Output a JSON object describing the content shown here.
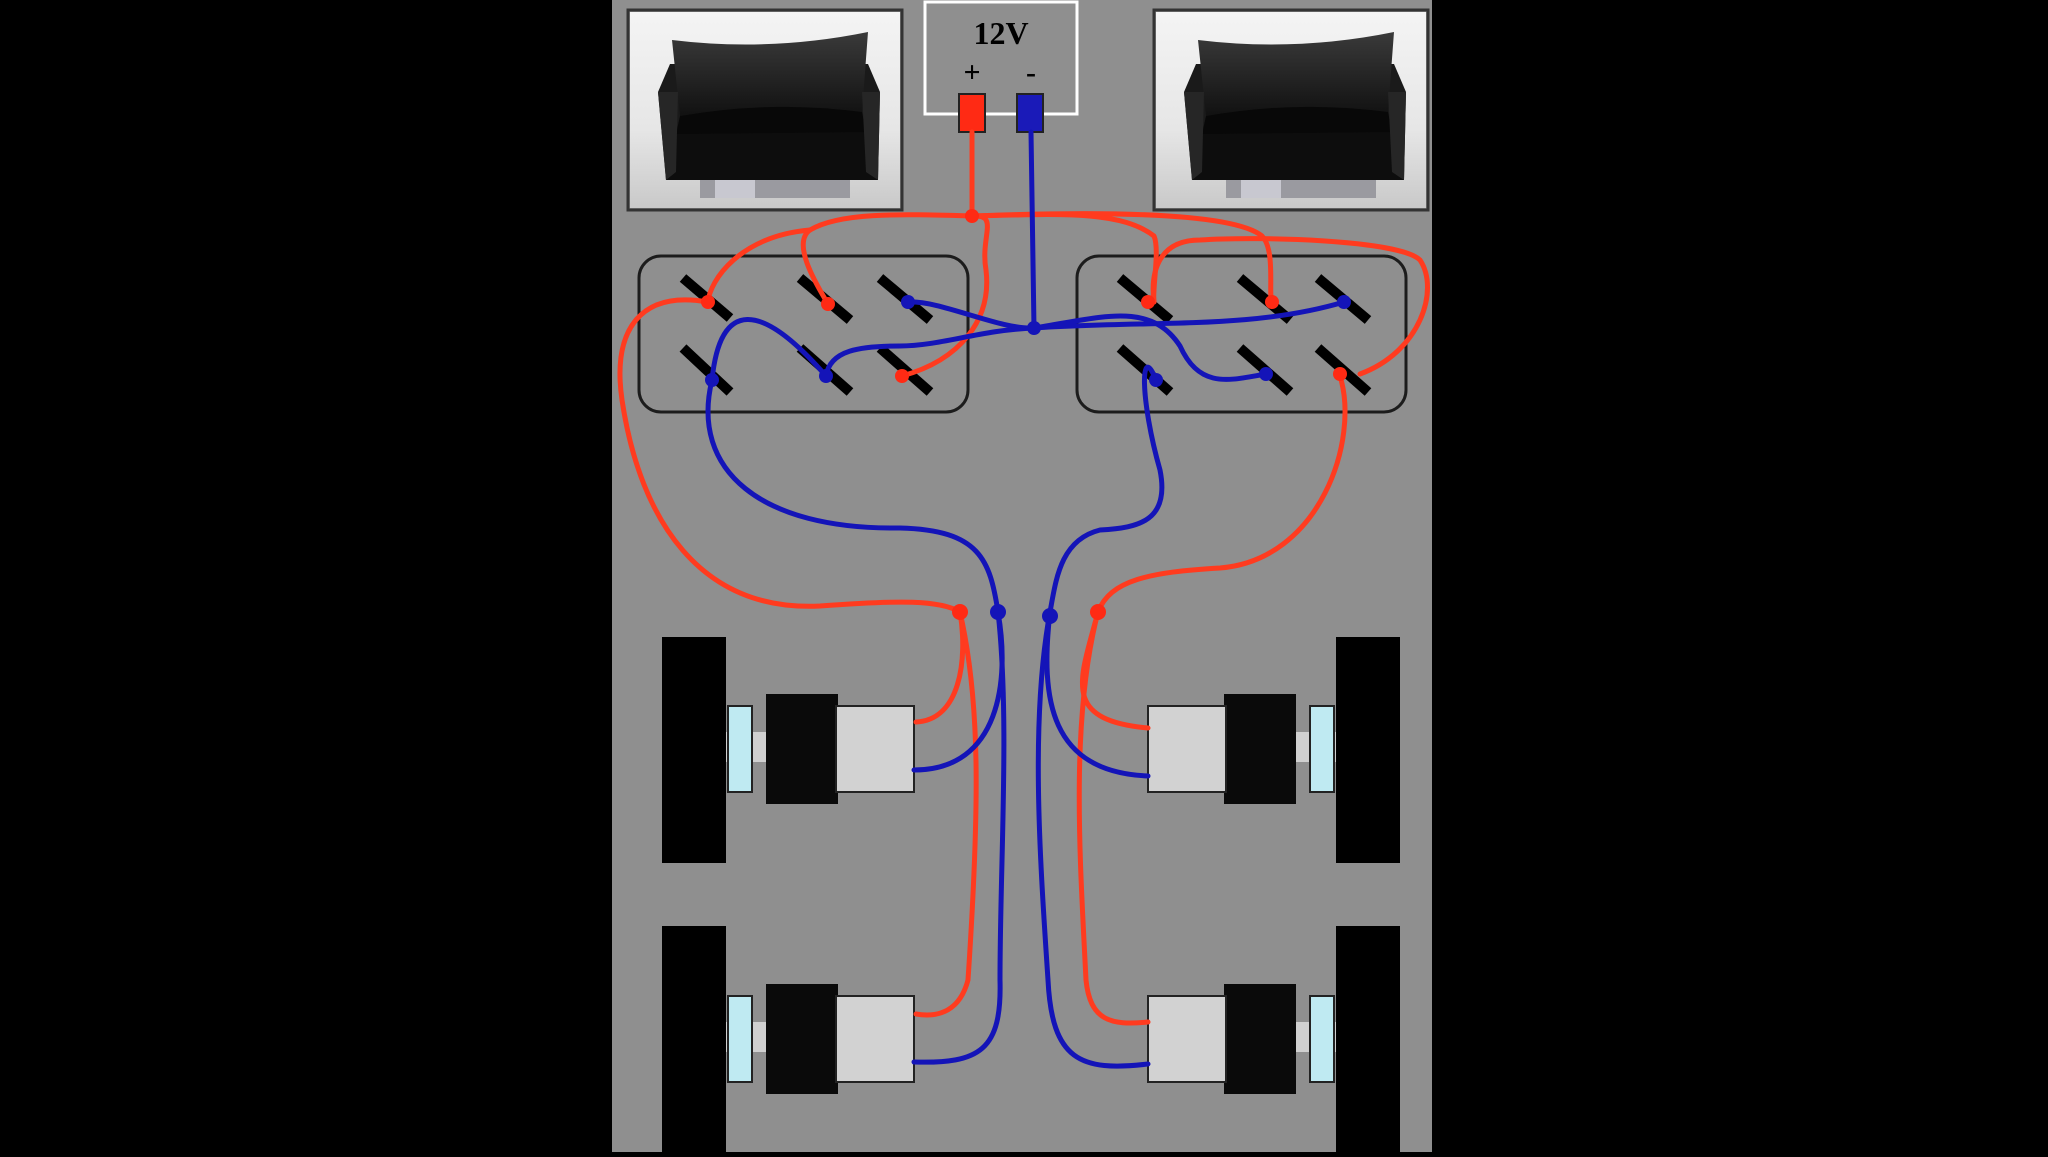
{
  "battery": {
    "voltage_label": "12V",
    "plus_label": "+",
    "minus_label": "-"
  },
  "colors": {
    "background": "#000000",
    "board": "#8f8f8f",
    "positive_wire": "#ff3b1f",
    "negative_wire": "#1414b8",
    "switch_outline": "#222222",
    "motor_body": "#0a0a0a",
    "gearbox": "#d2d2d2",
    "coupler": "#bfeaf2",
    "wheel": "#000000"
  },
  "components": {
    "rocker_switch_photos": [
      "left",
      "right"
    ],
    "switch_panels": [
      "left",
      "right"
    ],
    "motors": [
      "front-left",
      "front-right",
      "rear-left",
      "rear-right"
    ],
    "wheels": [
      "front-left",
      "front-right",
      "rear-left",
      "rear-right"
    ]
  },
  "icons": {
    "rocker_switch": "rocker-switch-icon",
    "battery_terminal": "terminal-icon",
    "wheel": "wheel-icon"
  }
}
